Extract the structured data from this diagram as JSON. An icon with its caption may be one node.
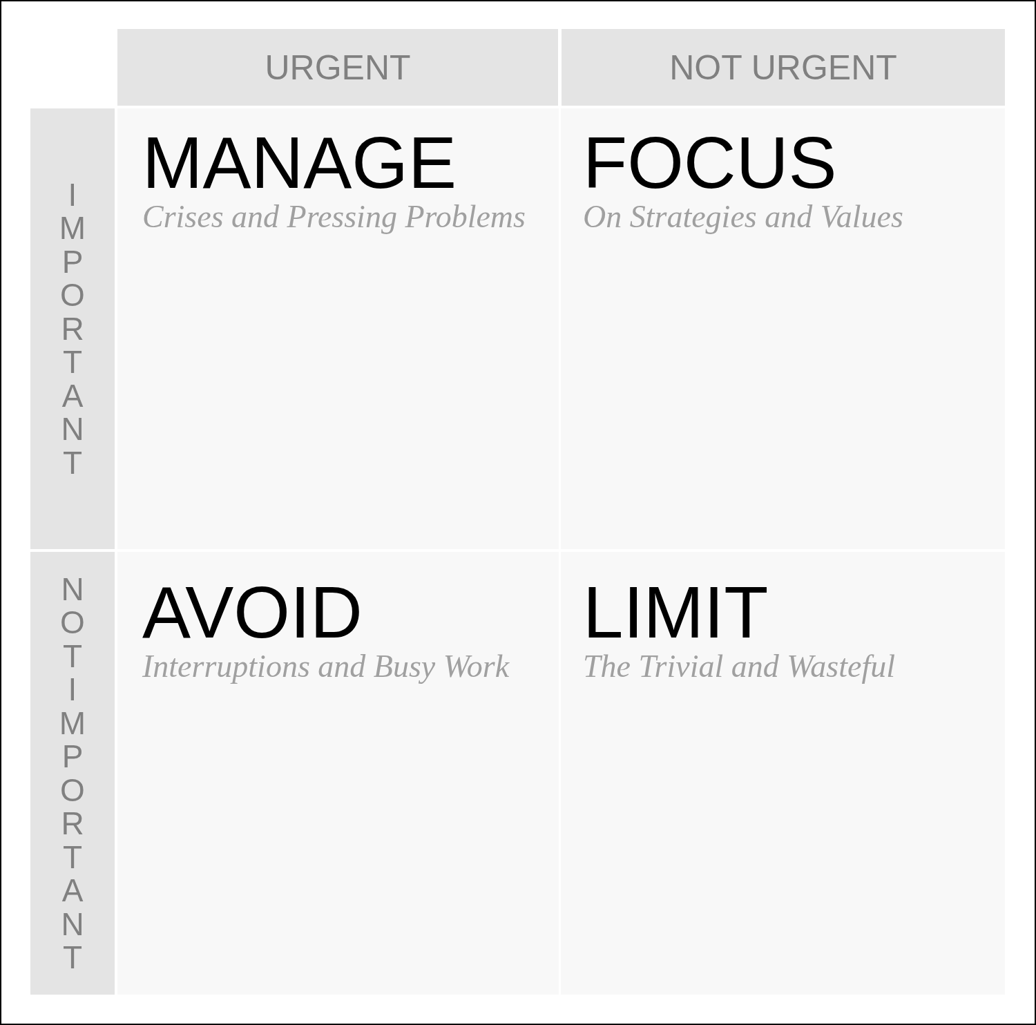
{
  "diagram": {
    "nodes": [
      {
        "text": [
          "URGENT"
        ]
      },
      {
        "text": [
          "NOT URGENT"
        ]
      },
      {
        "text": [
          "IMPORTANT"
        ]
      },
      {
        "text": [
          "MANAGE",
          "Crises and Pressing Problems"
        ]
      },
      {
        "text": [
          "FOCUS",
          "On Strategies and Values"
        ]
      },
      {
        "text": [
          "NOT IMPORTANT"
        ]
      },
      {
        "text": [
          "AVOID",
          "Interruptions and Busy Work"
        ]
      },
      {
        "text": [
          "LIMIT",
          "The Trivial and Wasteful"
        ]
      }
    ]
  }
}
